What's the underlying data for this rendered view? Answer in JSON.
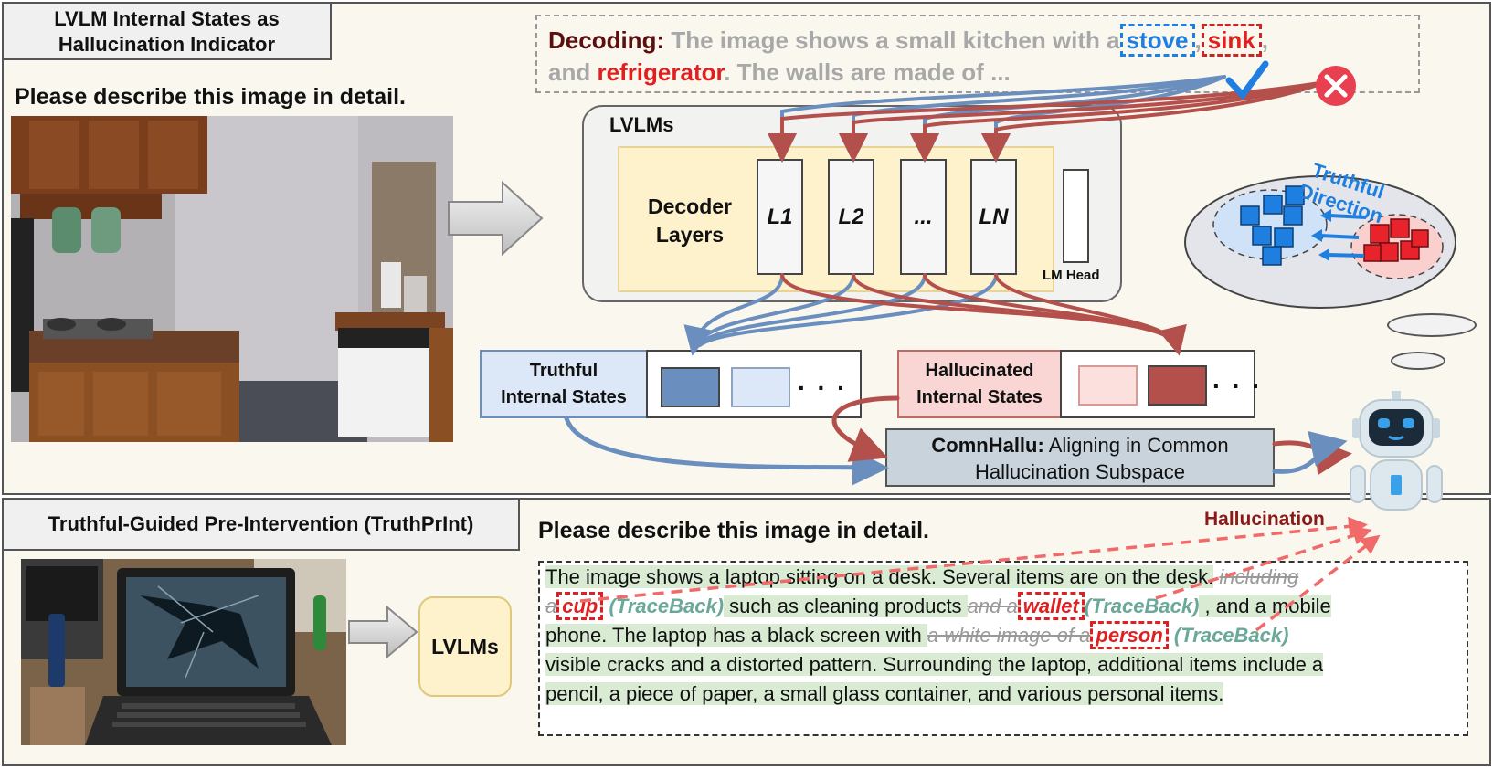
{
  "top_panel": {
    "tag": [
      "LVLM Internal States as",
      "Hallucination Indicator"
    ],
    "prompt": "Please describe this image in detail.",
    "decoding": {
      "label": "Decoding:",
      "t1": " The image shows a small kitchen with a",
      "stove": "stove",
      "comma": ",",
      "sink": "sink",
      "t2": ",",
      "t3": "and ",
      "refrigerator": "refrigerator",
      "t4": ". The walls are made of ..."
    },
    "lvlm": {
      "title": "LVLMs",
      "decoder_label": [
        "Decoder",
        "Layers"
      ],
      "layers": [
        "L1",
        "L2",
        "...",
        "LN"
      ],
      "lm_head": "LM Head"
    },
    "truthful_states": [
      "Truthful",
      "Internal States"
    ],
    "hallucinated_states": [
      "Hallucinated",
      "Internal States"
    ],
    "dots": ". . .",
    "comnhallu": {
      "name": "ComnHallu:",
      "line1": " Aligning in Common",
      "line2": "Hallucination Subspace"
    },
    "truthful_direction": [
      "Truthful",
      "Direction"
    ]
  },
  "bottom_panel": {
    "tag": "Truthful-Guided Pre-Intervention (TruthPrInt)",
    "prompt": "Please describe this image in detail.",
    "lvlm_label": "LVLMs",
    "hallucination_label": "Hallucination",
    "output": {
      "s1": "The image shows a laptop sitting on a desk. Several items are on the desk.",
      "strike1": "including",
      "strike2": "a",
      "hal1": "cup",
      "tb1": "(TraceBack)",
      "s2": " such as cleaning products ",
      "strike3": "and a",
      "hal2": "wallet",
      "tb2": "(TraceBack)",
      "s3": " , and a mobile",
      "s4": "phone. The laptop has a black screen with ",
      "strike4": "a white image of a",
      "hal3": "person",
      "tb3": "(TraceBack)",
      "s5": "visible cracks and a distorted pattern. Surrounding the laptop, additional items include a",
      "s6": "pencil, a piece of paper, a small glass container, and various personal items."
    }
  },
  "colors": {
    "truthful_blue": "#6a8fbf",
    "hallu_red": "#b4504c",
    "accent_blue": "#1e7fe0",
    "accent_red": "#e02020"
  }
}
